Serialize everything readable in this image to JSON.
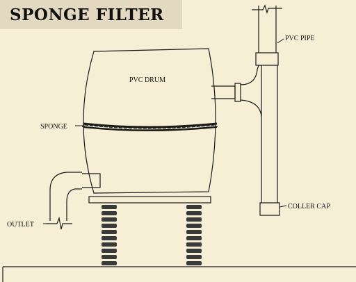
{
  "title": "SPONGE FILTER",
  "labels": {
    "pvc_pipe": "PVC PIPE",
    "pvc_drum": "PVC DRUM",
    "sponge": "SPONGE",
    "outlet": "OUTLET",
    "coller_cap": "COLLER CAP"
  },
  "colors": {
    "background": "#f7eed6",
    "title_band": "#e3d9c1",
    "line": "#1a1a1a"
  }
}
